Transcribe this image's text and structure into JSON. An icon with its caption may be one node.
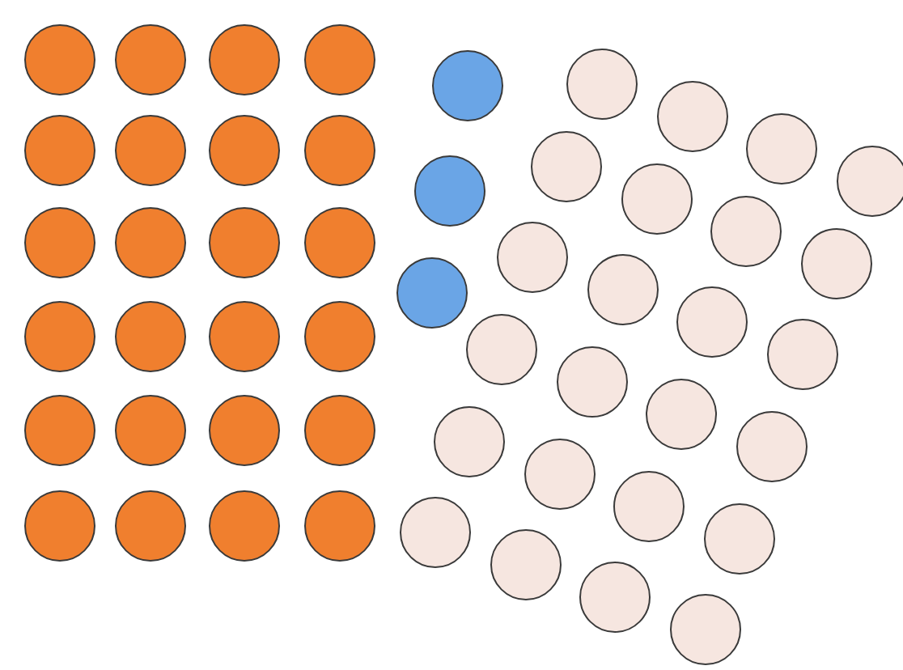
{
  "diagram": {
    "nodes": [
      {
        "text": [],
        "shape": "circle"
      },
      {
        "text": [],
        "shape": "circle"
      },
      {
        "text": [],
        "shape": "circle"
      },
      {
        "text": [],
        "shape": "circle"
      },
      {
        "text": [],
        "shape": "circle"
      },
      {
        "text": [],
        "shape": "circle"
      },
      {
        "text": [],
        "shape": "circle"
      },
      {
        "text": [],
        "shape": "circle"
      },
      {
        "text": [],
        "shape": "circle"
      },
      {
        "text": [],
        "shape": "circle"
      },
      {
        "text": [],
        "shape": "circle"
      },
      {
        "text": [],
        "shape": "circle"
      },
      {
        "text": [],
        "shape": "circle"
      },
      {
        "text": [],
        "shape": "circle"
      },
      {
        "text": [],
        "shape": "circle"
      },
      {
        "text": [],
        "shape": "circle"
      },
      {
        "text": [],
        "shape": "circle"
      },
      {
        "text": [],
        "shape": "circle"
      },
      {
        "text": [],
        "shape": "circle"
      },
      {
        "text": [],
        "shape": "circle"
      },
      {
        "text": [],
        "shape": "circle"
      },
      {
        "text": [],
        "shape": "circle"
      },
      {
        "text": [],
        "shape": "circle"
      },
      {
        "text": [],
        "shape": "circle"
      },
      {
        "text": [],
        "shape": "circle"
      },
      {
        "text": [],
        "shape": "circle"
      },
      {
        "text": [],
        "shape": "circle"
      },
      {
        "text": [],
        "shape": "circle"
      },
      {
        "text": [],
        "shape": "circle"
      },
      {
        "text": [],
        "shape": "circle"
      },
      {
        "text": [],
        "shape": "circle"
      },
      {
        "text": [],
        "shape": "circle"
      },
      {
        "text": [],
        "shape": "circle"
      },
      {
        "text": [],
        "shape": "circle"
      },
      {
        "text": [],
        "shape": "circle"
      },
      {
        "text": [],
        "shape": "circle"
      },
      {
        "text": [],
        "shape": "circle"
      },
      {
        "text": [],
        "shape": "circle"
      },
      {
        "text": [],
        "shape": "circle"
      },
      {
        "text": [],
        "shape": "circle"
      },
      {
        "text": [],
        "shape": "circle"
      },
      {
        "text": [],
        "shape": "circle"
      },
      {
        "text": [],
        "shape": "circle"
      },
      {
        "text": [],
        "shape": "circle"
      },
      {
        "text": [],
        "shape": "circle"
      },
      {
        "text": [],
        "shape": "circle"
      },
      {
        "text": [],
        "shape": "circle"
      },
      {
        "text": [],
        "shape": "circle"
      },
      {
        "text": [],
        "shape": "circle"
      },
      {
        "text": [],
        "shape": "circle"
      },
      {
        "text": [],
        "shape": "circle"
      }
    ]
  }
}
